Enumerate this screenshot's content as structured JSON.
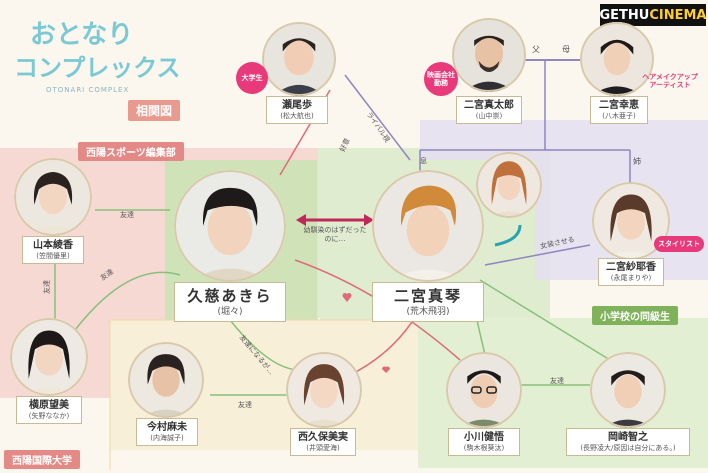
{
  "title": {
    "line1": "おとなり",
    "line2": "コンプレックス",
    "sub": "OTONARI COMPLEX",
    "badge": "相関図"
  },
  "watermark": {
    "text1": "GETHU",
    "text2": "CINEMA"
  },
  "groups": {
    "sports": "西陽スポーツ編集部",
    "university": "西陽国際大学",
    "classmates": "小学校の同級生"
  },
  "parents_label": {
    "father": "父",
    "mother": "母"
  },
  "sister_label": "姉",
  "people": {
    "seo": {
      "name": "瀬尾歩",
      "actor": "(松大航也)"
    },
    "shintaro": {
      "name": "二宮真太郎",
      "actor": "(山中崇)"
    },
    "sachie": {
      "name": "二宮幸恵",
      "actor": "(八木亜子)"
    },
    "yamamoto": {
      "name": "山本綾香",
      "actor": "(笠間優里)"
    },
    "akira": {
      "name": "久慈あきら",
      "actor": "(堀々)"
    },
    "makoto": {
      "name": "二宮真琴",
      "actor": "(荒木飛羽)"
    },
    "sayaka": {
      "name": "二宮紗耶香",
      "actor": "(永尾まりや)"
    },
    "yokohara": {
      "name": "横原望美",
      "actor": "(矢野ななか)"
    },
    "imamura": {
      "name": "今村麻未",
      "actor": "(内海誠子)"
    },
    "nishikubo": {
      "name": "西久保美実",
      "actor": "(井頭愛海)"
    },
    "ogawa": {
      "name": "小川健悟",
      "actor": "(駒木根葵汰)"
    },
    "okazaki": {
      "name": "岡崎智之",
      "actor": "(長野凌大/原因は自分にある。)"
    },
    "extra": {
      "name": "",
      "actor": ""
    }
  },
  "tags": {
    "student": "大学生",
    "film": "映画会社勤務",
    "hair": "ヘアメイクアップアーティスト",
    "stylist": "スタイリスト"
  },
  "relations": {
    "rival": "ライバル視",
    "crush": "好意",
    "childhood": "幼馴染のはずだったのに…",
    "friend1": "友達",
    "friend2": "友達",
    "friend3": "友達",
    "friend4": "友達",
    "friend5": "友達",
    "became_friends": "友達になるが…",
    "dress": "女装させる",
    "child": "息"
  },
  "colors": {
    "pink_region": "#f6d9d2",
    "green_region": "#dfeccf",
    "lavender_region": "#e4e0ef",
    "cream_region": "#f3ead0",
    "green_label": "#7fb25a",
    "pink_label": "#e48a86",
    "title_teal": "#7cc9d6",
    "line_green": "#88c07a",
    "line_pink": "#e06b78",
    "line_lavender": "#8d86c0"
  }
}
